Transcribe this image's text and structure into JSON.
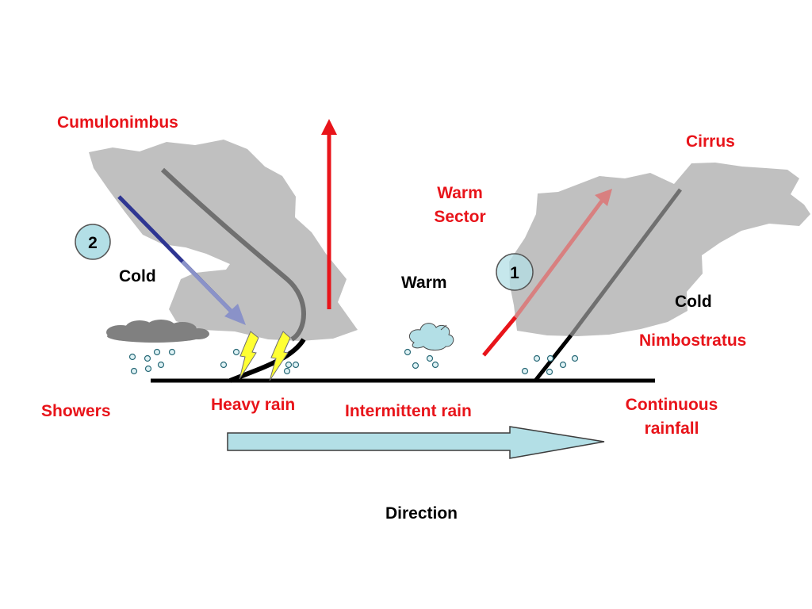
{
  "labels": {
    "cumulonimbus": "Cumulonimbus",
    "cirrus": "Cirrus",
    "warm_sector_line1": "Warm",
    "warm_sector_line2": "Sector",
    "cold_left": "Cold",
    "warm_center": "Warm",
    "cold_right": "Cold",
    "nimbostratus": "Nimbostratus",
    "showers": "Showers",
    "heavy_rain": "Heavy rain",
    "intermittent_rain": "Intermittent rain",
    "continuous_line1": "Continuous",
    "continuous_line2": "rainfall",
    "direction": "Direction"
  },
  "markers": {
    "cold_front_number": "2",
    "warm_front_number": "1"
  },
  "colors": {
    "label_red": "#e8141a",
    "cloud_gray": "#c0c0c0",
    "front_line": "#000000",
    "direction_arrow": "#b3dfe6",
    "cold_air_arrow": "#2e3592",
    "warm_air_arrow": "#e8141a",
    "lightning": "#ffff33"
  },
  "icons": [
    "lightning-bolt-icon",
    "cloud-icon",
    "raindrop-icon",
    "arrow-icon"
  ]
}
